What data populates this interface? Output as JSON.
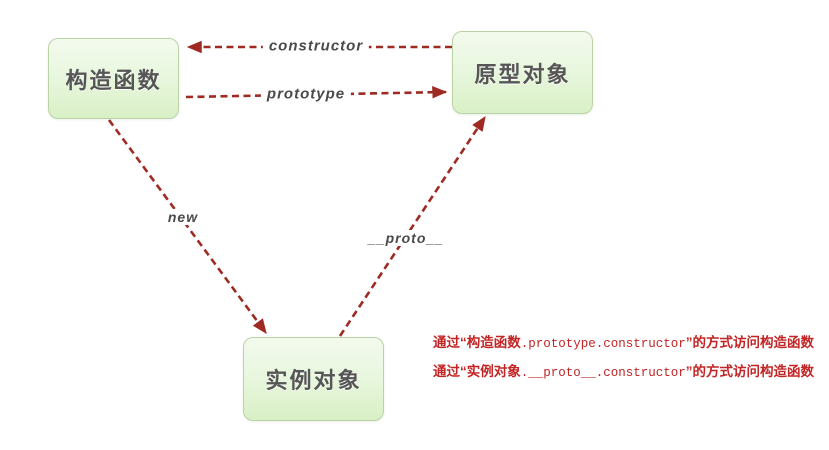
{
  "diagram": {
    "nodes": {
      "constructor_function": {
        "label": "构造函数"
      },
      "prototype_object": {
        "label": "原型对象"
      },
      "instance_object": {
        "label": "实例对象"
      }
    },
    "edges": {
      "constructor": {
        "label": "constructor",
        "from": "原型对象",
        "to": "构造函数"
      },
      "prototype": {
        "label": "prototype",
        "from": "构造函数",
        "to": "原型对象"
      },
      "new": {
        "label": "new",
        "from": "构造函数",
        "to": "实例对象"
      },
      "proto": {
        "label": "__proto__",
        "from": "实例对象",
        "to": "原型对象"
      }
    },
    "notes": [
      {
        "prefix": "通过“构造函数",
        "code": ".prototype.constructor",
        "suffix": "”的方式访问构造函数"
      },
      {
        "prefix": "通过“实例对象",
        "code": ".__proto__.constructor",
        "suffix": "”的方式访问构造函数"
      }
    ],
    "colors": {
      "arrow": "#9e2a22",
      "node_border": "#b9d3a6",
      "node_fill_top": "#f3faee",
      "node_fill_bottom": "#d9f0c6",
      "node_label": "#565656",
      "edge_label": "#4a4a4a",
      "note_text": "#c22525",
      "background": "#ffffff"
    }
  }
}
